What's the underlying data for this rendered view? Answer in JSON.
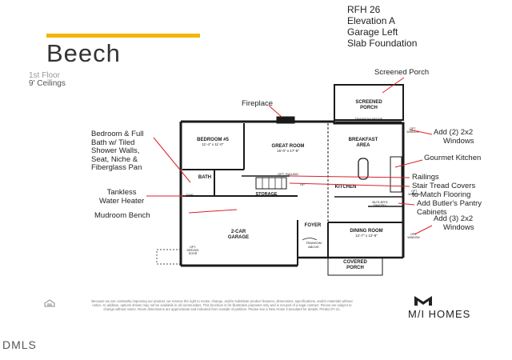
{
  "header": {
    "title": "Beech",
    "floor": "1st Floor",
    "ceilings": "9' Ceilings",
    "meta_lines": [
      "RFH 26",
      "Elevation A",
      "Garage Left",
      "Slab Foundation"
    ]
  },
  "annotations": {
    "screened_porch": "Screened Porch",
    "fireplace": "Fireplace",
    "bedroom_bath": [
      "Bedroom & Full",
      "Bath w/ Tiled",
      "Shower Walls,",
      "Seat, Niche &",
      "Fiberglass Pan"
    ],
    "tankless": [
      "Tankless",
      "Water Heater"
    ],
    "mudroom": "Mudroom Bench",
    "windows_2": [
      "Add (2) 2x2",
      "Windows"
    ],
    "gourmet": "Gourmet Kitchen",
    "railings": "Railings",
    "stair": [
      "Stair Tread Covers",
      "to Match Flooring"
    ],
    "butlers": [
      "Add Butler's Pantry",
      "Cabinets"
    ],
    "windows_3": [
      "Add (3) 2x2",
      "Windows"
    ]
  },
  "rooms": {
    "screened_porch": [
      "SCREENED",
      "PORCH"
    ],
    "transom_above": "TRANSOM ABOVE",
    "bedroom": "BEDROOM #5",
    "bedroom_dim": "11'-4\" x 11'-0\"",
    "great_room": "GREAT ROOM",
    "great_room_dim": "15'-0\" x 17'-8\"",
    "breakfast": [
      "BREAKFAST",
      "AREA"
    ],
    "bath": "BATH",
    "opt_railing": "OPT. RAILING",
    "kitchen": "KITCHEN",
    "storage": "STORAGE",
    "garage": [
      "2-CAR",
      "GARAGE"
    ],
    "foyer": "FOYER",
    "dining": "DINING ROOM",
    "dining_dim": "12'-7\" x 12'-8\"",
    "covered_porch": [
      "COVERED",
      "PORCH"
    ],
    "butlers_pantry": [
      "BUTLER'S",
      "PANTRY"
    ],
    "opt_window": [
      "OPT.",
      "WINDOW"
    ],
    "opt_window2": [
      "OPT.",
      "WINDOW"
    ],
    "opt_window3": [
      "OPT.",
      "WINDOW"
    ],
    "transom_above_foyer": [
      "TRANSOM",
      "ABOVE"
    ],
    "opt_service_door": [
      "OPT.",
      "SERVICE",
      "DOOR"
    ],
    "twh": "TWH",
    "up": "UP"
  },
  "footer": {
    "disclaimer": "Because we are constantly improving our product, we reserve the right to revise, change, and/or substitute product features, dimensions, specifications, and/or materials without notice. In addition, options shown may not be available in all communities. This brochure is for illustrative purposes only and is not part of a legal contract. Pieces are subject to change without notice. Room dimensions are approximate and indicated from outside of partition. Please see a New Home Consultant for details. Printed 07-21.",
    "brand": "M/I HOMES",
    "watermark": "DMLS"
  },
  "colors": {
    "accent": "#f2b705",
    "annotation": "#d9232d",
    "wall": "#1a1a1a"
  }
}
